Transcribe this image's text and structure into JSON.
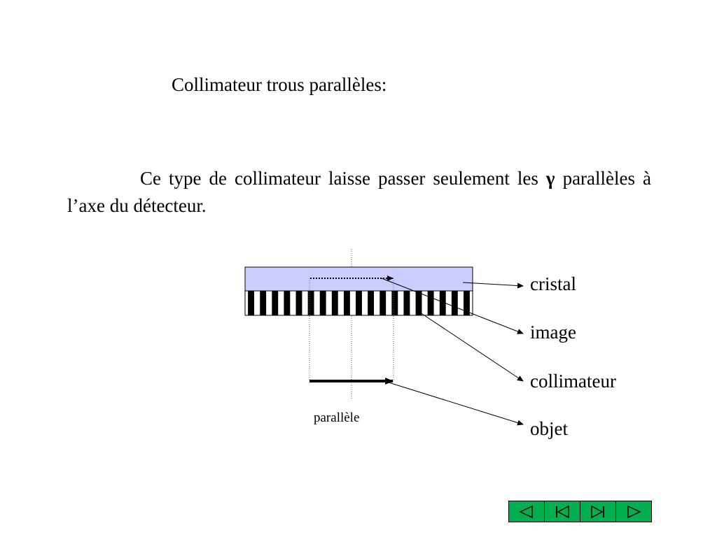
{
  "slide": {
    "title": "Collimateur trous parallèles:",
    "body_text": "Ce type de collimateur laisse passer seulement les ",
    "gamma_symbol": "γ",
    "body_text_2": "parallèles à l’axe du détecteur."
  },
  "diagram": {
    "labels": {
      "cristal": "cristal",
      "image": "image",
      "collimateur": "collimateur",
      "objet": "objet",
      "parallele": "parallèle"
    },
    "colors": {
      "crystal_fill": "#ccccff",
      "septa": "#000000"
    },
    "collimator_septa_count": 19
  },
  "navigation": {
    "buttons": [
      {
        "name": "previous-button",
        "icon": "triangle-left-icon"
      },
      {
        "name": "first-button",
        "icon": "skip-to-start-icon"
      },
      {
        "name": "last-button",
        "icon": "skip-to-end-icon"
      },
      {
        "name": "next-button",
        "icon": "triangle-right-icon"
      }
    ],
    "button_color": "#00b050"
  }
}
